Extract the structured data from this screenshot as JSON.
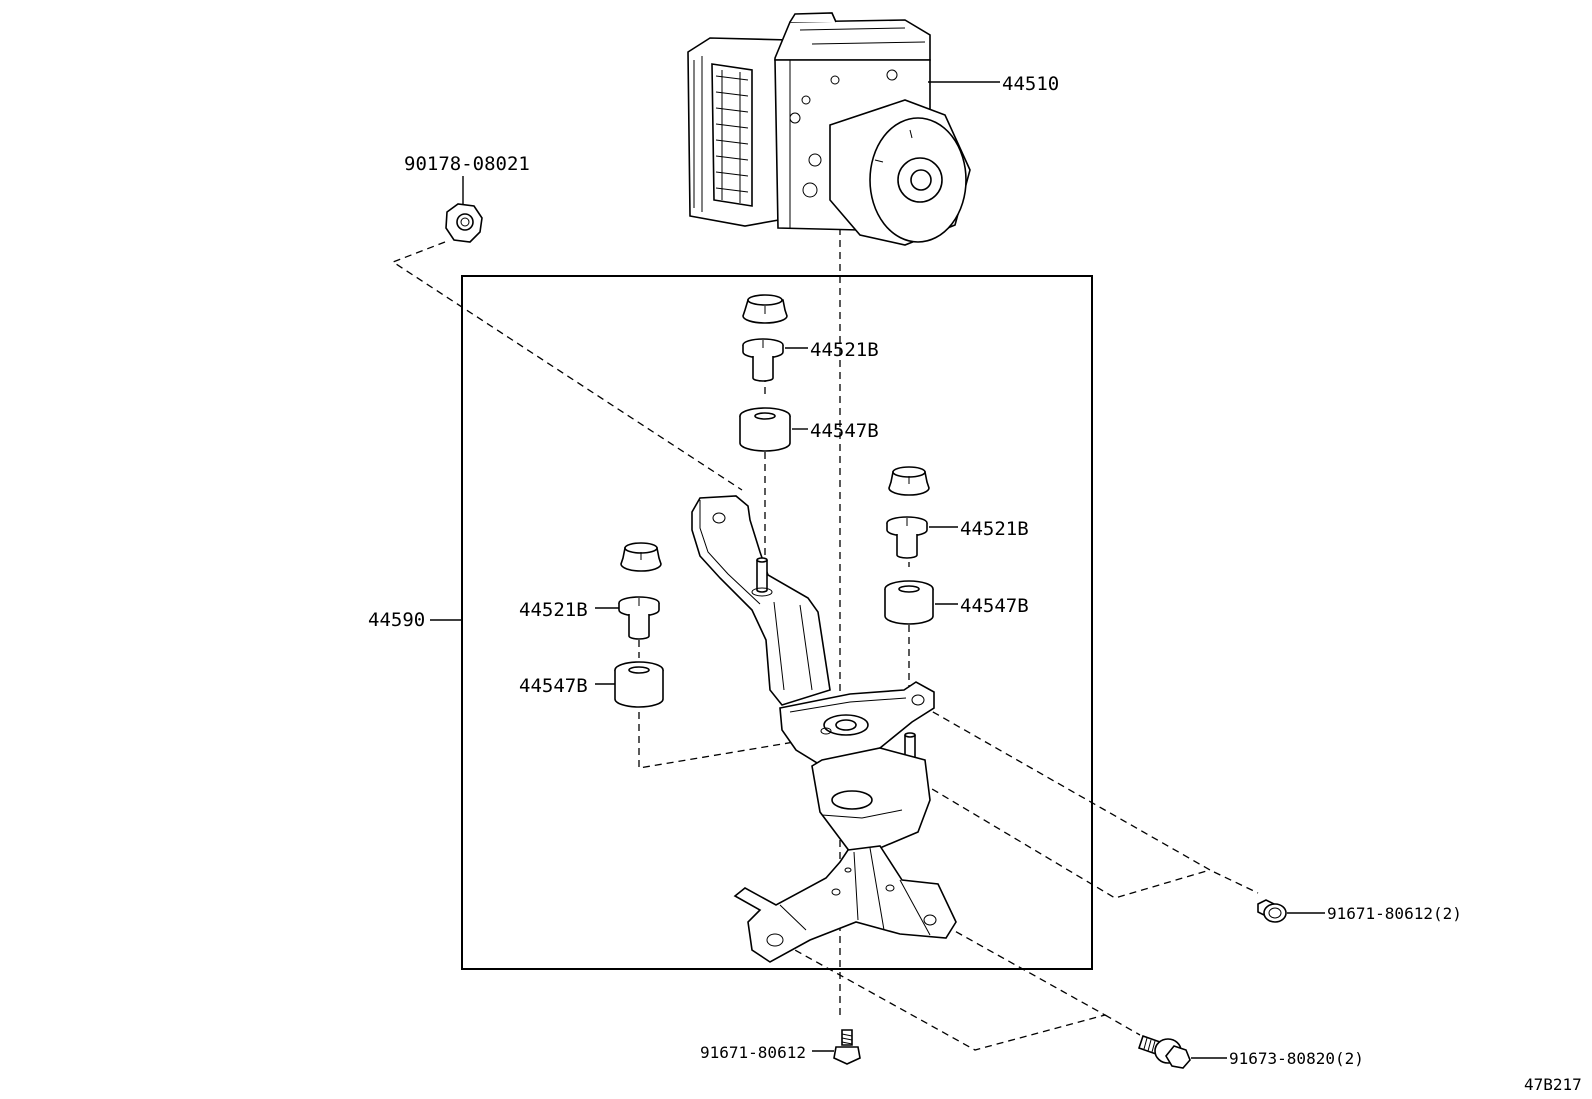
{
  "diagram": {
    "parts": {
      "abs_actuator": "44510",
      "nut": "90178-08021",
      "bracket_assembly": "44590",
      "collar_upper": "44521B",
      "cushion_upper": "44547B",
      "collar_right": "44521B",
      "cushion_right": "44547B",
      "collar_left": "44521B",
      "cushion_left": "44547B",
      "bolt_right": "91671-80612(2)",
      "bolt_bottom": "91671-80612",
      "bolt_flange": "91673-80820(2)"
    },
    "illustration_id": "47B217"
  }
}
